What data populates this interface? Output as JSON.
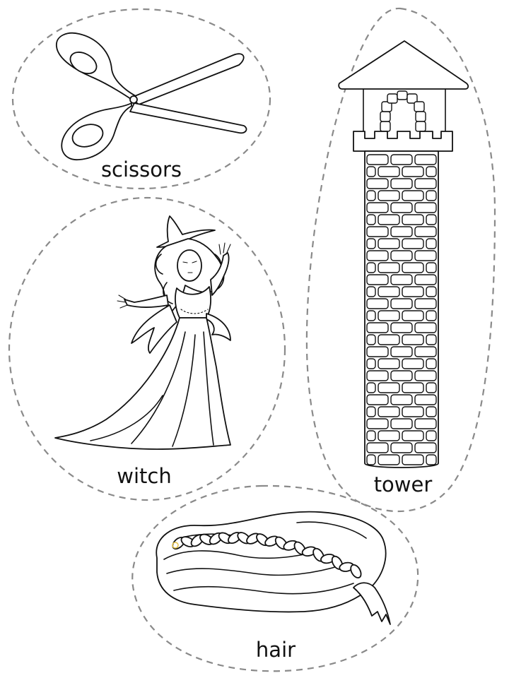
{
  "cards": [
    {
      "label": "scissors",
      "icon": "scissors-icon"
    },
    {
      "label": "witch",
      "icon": "witch-icon"
    },
    {
      "label": "tower",
      "icon": "tower-icon"
    },
    {
      "label": "hair",
      "icon": "braid-icon"
    }
  ],
  "colors": {
    "ink": "#111111",
    "cut_line": "#8a8a8a",
    "background": "#ffffff"
  }
}
